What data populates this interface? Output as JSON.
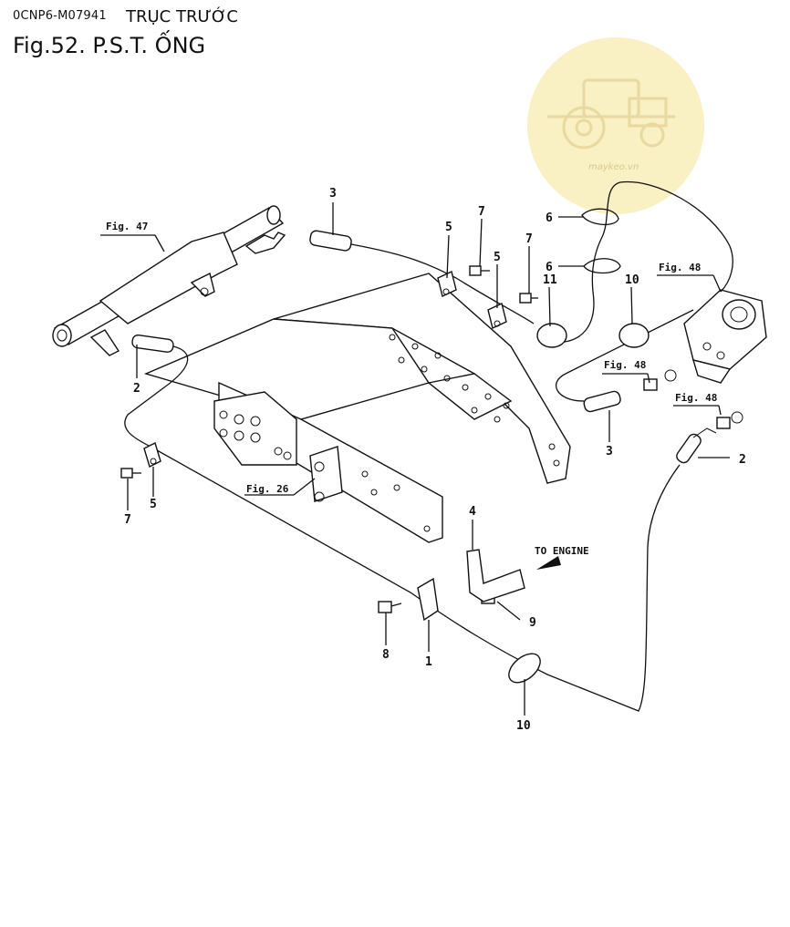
{
  "header": {
    "code": "0CNP6-M07941",
    "subtitle": "TRỤC TRƯỚC",
    "figure_title": "Fig.52.  P.S.T. ỐNG"
  },
  "watermark": {
    "text": "maykeo.vn",
    "color": "#f7e9a6"
  },
  "figure_refs": {
    "fig47": "Fig. 47",
    "fig48a": "Fig. 48",
    "fig48b": "Fig. 48",
    "fig48c": "Fig. 48",
    "fig26": "Fig. 26"
  },
  "annotation": {
    "to_engine": "TO ENGINE"
  },
  "callouts": {
    "c1": "1",
    "c2a": "2",
    "c2b": "2",
    "c3a": "3",
    "c3b": "3",
    "c4": "4",
    "c5a": "5",
    "c5b": "5",
    "c5c": "5",
    "c6a": "6",
    "c6b": "6",
    "c7a": "7",
    "c7b": "7",
    "c7c": "7",
    "c8": "8",
    "c9": "9",
    "c10a": "10",
    "c10b": "10",
    "c11": "11"
  }
}
